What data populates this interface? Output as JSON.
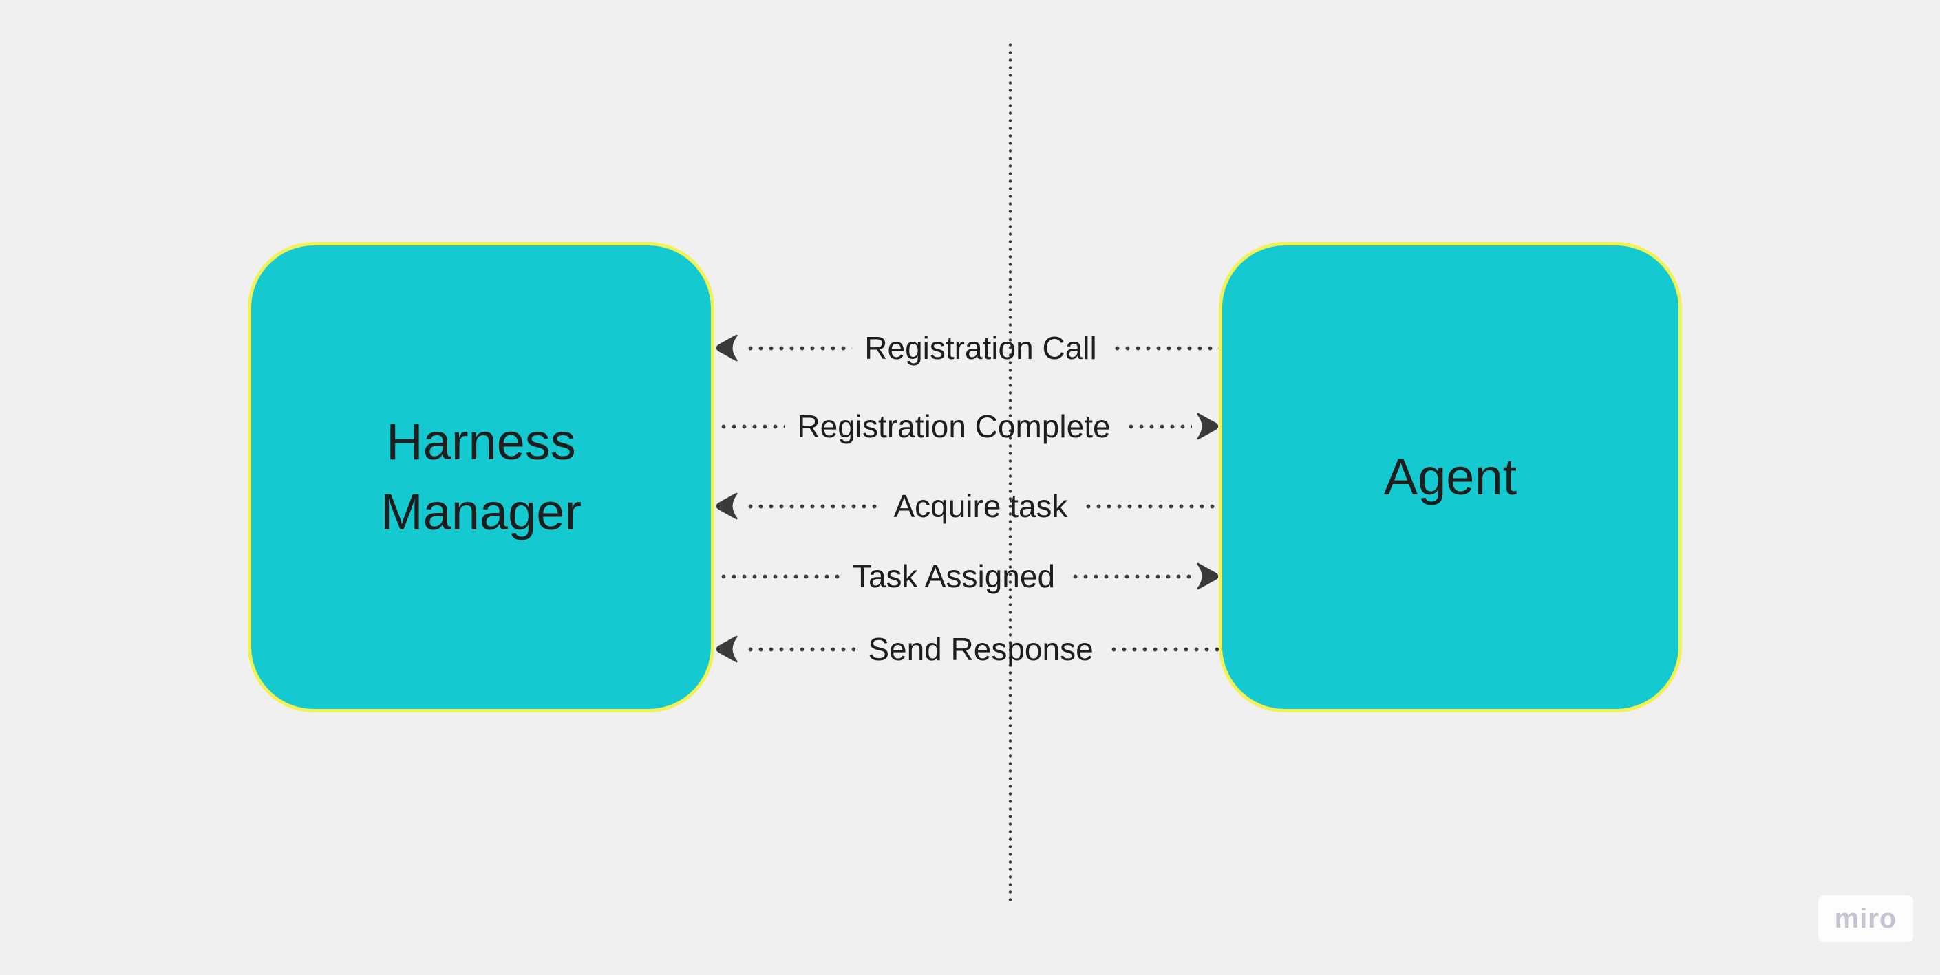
{
  "diagram": {
    "type": "sequence-diagram",
    "background_color": "#f0f0f1",
    "node_fill_color": "#15c9d0",
    "node_border_color": "#f2f255",
    "connector_color": "#383838",
    "text_color": "#1e1e1e",
    "actors": {
      "left": {
        "label": "Harness Manager"
      },
      "right": {
        "label": "Agent"
      }
    },
    "messages": [
      {
        "label": "Registration Call",
        "direction": "left",
        "from": "Agent",
        "to": "Harness Manager"
      },
      {
        "label": "Registration Complete",
        "direction": "right",
        "from": "Harness Manager",
        "to": "Agent"
      },
      {
        "label": "Acquire task",
        "direction": "left",
        "from": "Agent",
        "to": "Harness Manager"
      },
      {
        "label": "Task Assigned",
        "direction": "right",
        "from": "Harness Manager",
        "to": "Agent"
      },
      {
        "label": "Send Response",
        "direction": "left",
        "from": "Agent",
        "to": "Harness Manager"
      }
    ],
    "watermark": {
      "label": "miro"
    }
  }
}
